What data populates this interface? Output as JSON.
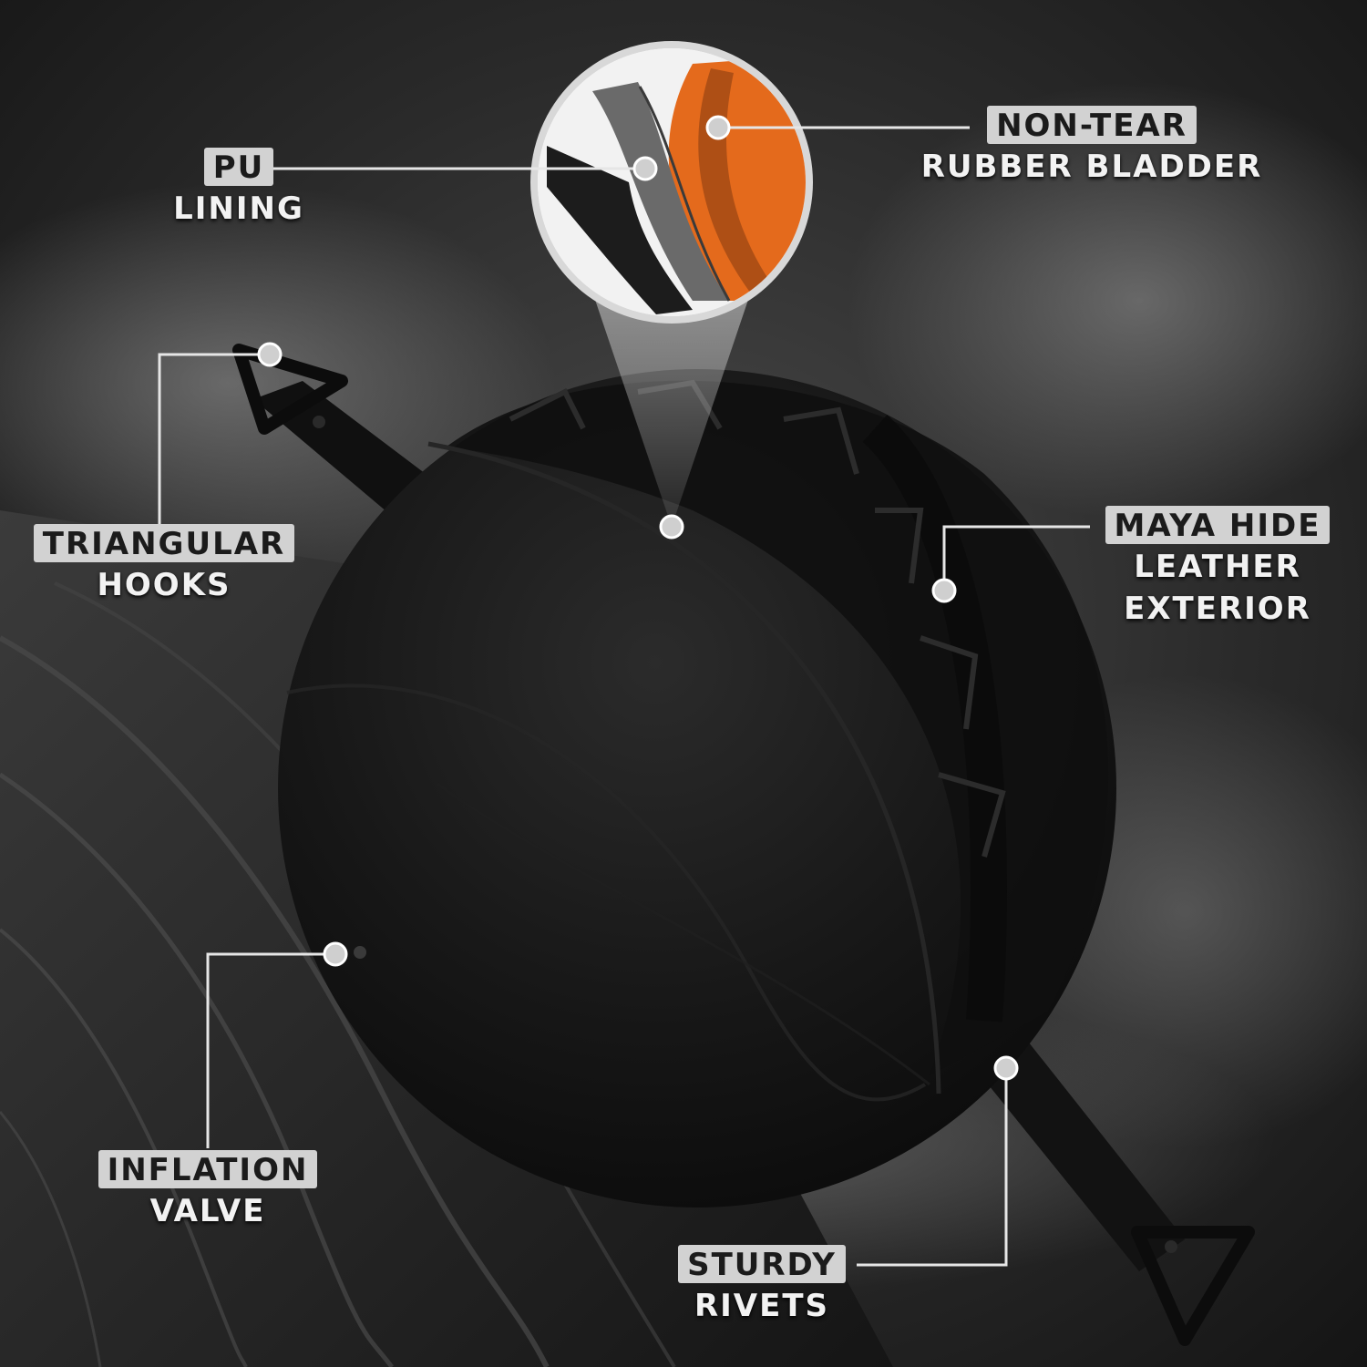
{
  "callouts": {
    "pu_lining": {
      "tag": "PU",
      "sub": "LINING"
    },
    "non_tear": {
      "tag": "NON-TEAR",
      "sub": "RUBBER BLADDER"
    },
    "triangular_hooks": {
      "tag": "TRIANGULAR",
      "sub": "HOOKS"
    },
    "maya_hide": {
      "tag": "MAYA HIDE",
      "sub1": "LEATHER",
      "sub2": "EXTERIOR"
    },
    "inflation_valve": {
      "tag": "INFLATION",
      "sub": "VALVE"
    },
    "sturdy_rivets": {
      "tag": "STURDY",
      "sub": "RIVETS"
    }
  },
  "colors": {
    "background": "#1a1a1a",
    "ball": "#161616",
    "bladder_accent": "#e46a1c",
    "tag_fill": "#d2d2d2",
    "leader_line": "#e6e6e6"
  }
}
